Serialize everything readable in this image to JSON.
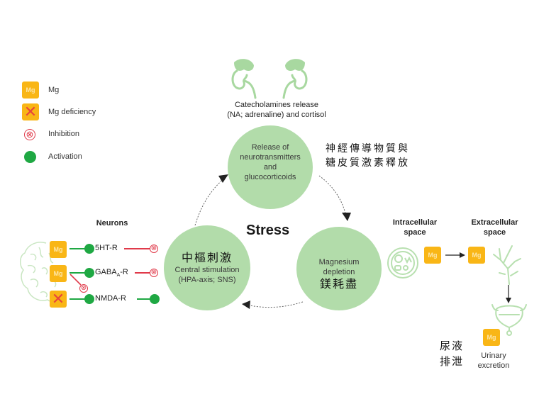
{
  "legend": {
    "items": [
      {
        "icon": "mg-box",
        "label": "Mg"
      },
      {
        "icon": "mg-deficiency-box",
        "label": "Mg deficiency"
      },
      {
        "icon": "inhibition-symbol",
        "label": "Inhibition"
      },
      {
        "icon": "activation-dot",
        "label": "Activation"
      }
    ],
    "mg_text": "Mg",
    "deficiency_mark": "✕",
    "inhibition_mark": "⊗"
  },
  "top": {
    "caption_line1": "Catecholamines release",
    "caption_line2": "(NA; adrenaline) and cortisol",
    "icon": "adrenal-kidney-icon"
  },
  "center_title": "Stress",
  "cycle": {
    "release": {
      "line1": "Release of",
      "line2": "neurotransmitters",
      "line3": "and",
      "line4": "glucocorticoids",
      "cjk_line1": "神經傳導物質與",
      "cjk_line2": "糖皮質激素釋放"
    },
    "depletion": {
      "line1": "Magnesium",
      "line2": "depletion",
      "cjk": "鎂耗盡"
    },
    "central": {
      "cjk": "中樞刺激",
      "line1": "Central stimulation",
      "line2": "(HPA-axis; SNS)"
    }
  },
  "neurons": {
    "title": "Neurons",
    "receptors": [
      {
        "name": "5HT-R",
        "mg": "Mg",
        "mg_state": "present",
        "effect": "inhibition"
      },
      {
        "name_main": "GABA",
        "name_sub": "A",
        "name_tail": "-R",
        "mg": "Mg",
        "mg_state": "present",
        "effect": "inhibition"
      },
      {
        "name": "NMDA-R",
        "mg": "✕",
        "mg_state": "deficient",
        "effect": "activation"
      }
    ]
  },
  "excretion": {
    "intracellular_line1": "Intracellular",
    "intracellular_line2": "space",
    "extracellular_line1": "Extracellular",
    "extracellular_line2": "space",
    "mg": "Mg",
    "urinary_line1": "Urinary",
    "urinary_line2": "excretion",
    "cjk_line1": "尿液",
    "cjk_line2": "排泄"
  },
  "colors": {
    "mg_orange": "#f9b616",
    "circle_green": "#b2dcaa",
    "activation_green": "#1fa843",
    "inhibition_red": "#e03a4a",
    "icon_green": "#a8d8a0"
  }
}
